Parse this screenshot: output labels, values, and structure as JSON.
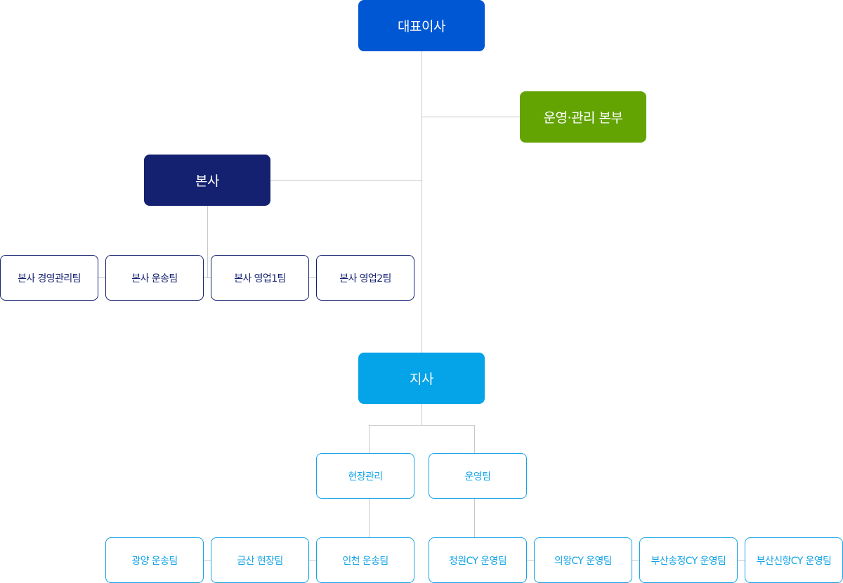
{
  "colors": {
    "ceo": "#0057d4",
    "operations": "#63a403",
    "hq": "#142171",
    "branch": "#05a3e8",
    "connector": "#c8c8c8"
  },
  "nodes": {
    "ceo": "대표이사",
    "operations": "운영·관리 본부",
    "hq": "본사",
    "branch": "지사"
  },
  "hq_teams": [
    "본사 경영관리팀",
    "본사 운송팀",
    "본사 영업1팀",
    "본사 영업2팀"
  ],
  "branch_groups": [
    "현장관리",
    "운영팀"
  ],
  "site_teams": [
    "광양 운송팀",
    "금산 현장팀",
    "인천 운송팀"
  ],
  "ops_teams": [
    "청원CY 운영팀",
    "의왕CY 운영팀",
    "부산송정CY 운영팀",
    "부산신항CY 운영팀"
  ]
}
